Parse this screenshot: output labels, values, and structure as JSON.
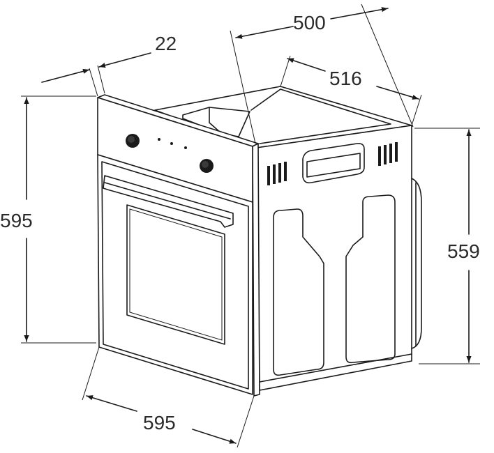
{
  "dimensions": {
    "depth_top": "500",
    "cavity_depth": "516",
    "panel_thickness": "22",
    "height_total": "595",
    "height_body": "559",
    "width_front": "595"
  },
  "colors": {
    "line": "#1a1a1a",
    "background": "#ffffff"
  }
}
